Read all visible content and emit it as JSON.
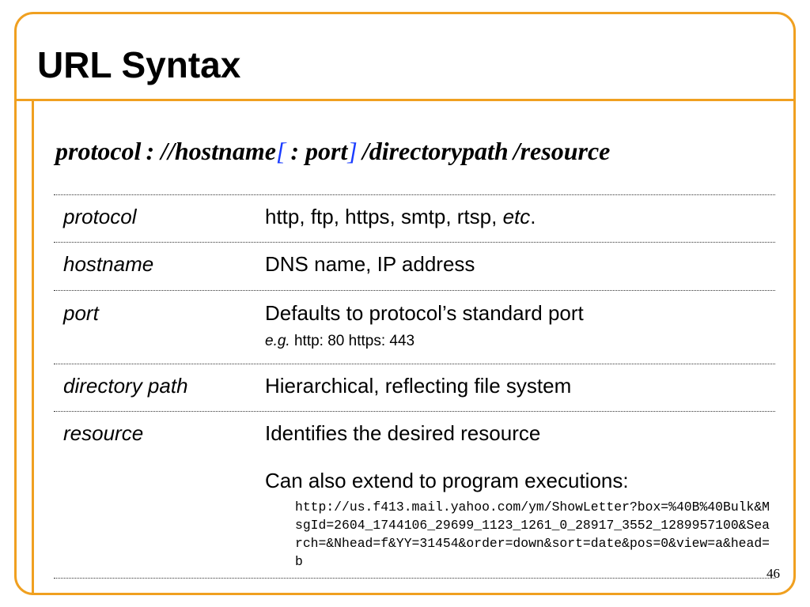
{
  "slide": {
    "title": "URL Syntax",
    "page_number": "46"
  },
  "syntax": {
    "protocol": "protocol",
    "sep1": ": //",
    "hostname": "hostname",
    "open_bracket": "[",
    "port": ": port",
    "close_bracket": "]",
    "directorypath": "/directorypath",
    "resource": "/resource"
  },
  "rows": [
    {
      "term": "protocol",
      "desc": "http, ftp, https, smtp, rtsp, ",
      "desc_italic": "etc",
      "desc_tail": "."
    },
    {
      "term": "hostname",
      "desc": "DNS name, IP address"
    },
    {
      "term": "port",
      "desc": "Defaults to protocol’s standard port",
      "example_italic": "e.g.",
      "example": " http: 80  https: 443"
    },
    {
      "term": "directory path",
      "desc": "Hierarchical, reflecting file system"
    },
    {
      "term": "resource",
      "desc": "Identifies the desired resource",
      "desc2": "Can also extend to program executions:",
      "example_url": "http://us.f413.mail.yahoo.com/ym/ShowLetter?box=%40B%40Bulk&MsgId=2604_1744106_29699_1123_1261_0_28917_3552_1289957100&Search=&Nhead=f&YY=31454&order=down&sort=date&pos=0&view=a&head=b"
    }
  ],
  "colors": {
    "frame": "#f0a020",
    "bracket": "#1a3cff"
  }
}
